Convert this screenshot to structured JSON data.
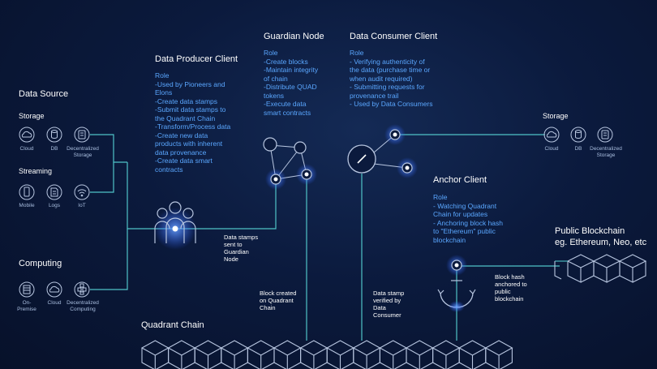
{
  "data_source": {
    "title": "Data Source",
    "storage": {
      "label": "Storage",
      "items": [
        "Cloud",
        "DB",
        "Decentralized\nStorage"
      ]
    },
    "streaming": {
      "label": "Streaming",
      "items": [
        "Mobile",
        "Logs",
        "IoT"
      ]
    }
  },
  "computing": {
    "title": "Computing",
    "items": [
      "On-\nPremise",
      "Cloud",
      "Decentralized\nComputing"
    ]
  },
  "producer": {
    "title": "Data Producer Client",
    "role_lines": [
      "Role",
      "-Used by Pioneers and",
      "Elons",
      "-Create data stamps",
      "-Submit data stamps to",
      "the Quadrant Chain",
      "-Transform/Process data",
      "-Create new data",
      "products with inherent",
      "data provenance",
      "-Create data smart",
      "contracts"
    ]
  },
  "guardian": {
    "title": "Guardian Node",
    "role_lines": [
      "Role",
      "-Create blocks",
      "-Maintain integrity",
      "of chain",
      "-Distribute QUAD",
      "tokens",
      "-Execute data",
      "smart contracts"
    ]
  },
  "consumer": {
    "title": "Data Consumer Client",
    "role_lines": [
      "Role",
      "- Verifying authenticity of",
      "the data (purchase time or",
      "when audit required)",
      "- Submitting requests for",
      "provenance trail",
      "- Used by Data Consumers"
    ]
  },
  "right_storage": {
    "label": "Storage",
    "items": [
      "Cloud",
      "DB",
      "Decentralized\nStorage"
    ]
  },
  "anchor": {
    "title": "Anchor Client",
    "role_lines": [
      "Role",
      "- Watching Quadrant",
      "Chain for updates",
      "- Anchoring block hash",
      "to \"Ethereum\" public",
      "blockchain"
    ]
  },
  "public_chain": {
    "title": "Public Blockchain",
    "subtitle": "eg. Ethereum, Neo, etc"
  },
  "notes": {
    "stamps_sent": [
      "Data stamps",
      "sent to",
      "Guardian",
      "Node"
    ],
    "block_created": [
      "Block created",
      "on Quadrant",
      "Chain"
    ],
    "stamp_verified": [
      "Data stamp",
      "verified by",
      "Data",
      "Consumer"
    ],
    "hash_anchored": [
      "Block hash",
      "anchored to",
      "public",
      "blockchain"
    ]
  },
  "quadrant_chain": {
    "title": "Quadrant Chain"
  },
  "colors": {
    "line": "#4fc3c7",
    "accent": "#5aa7ff",
    "glow": "#3d7dff",
    "icon": "#b8c6e0"
  }
}
